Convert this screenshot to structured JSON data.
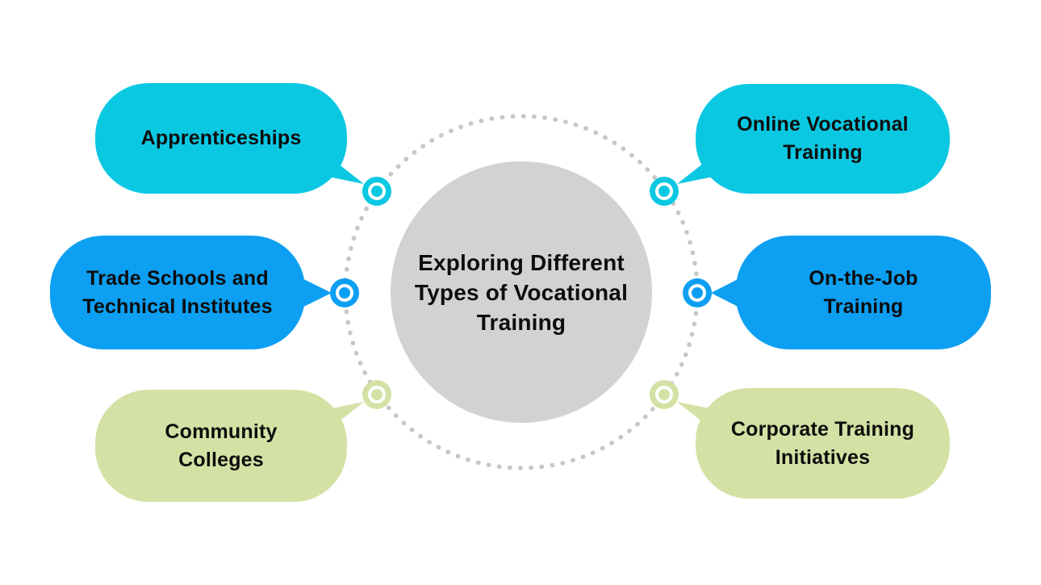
{
  "center": {
    "label": "Exploring Different Types of Vocational Training",
    "lines": [
      "Exploring Different",
      "Types of Vocational",
      "Training"
    ],
    "color": "#D2D2D4"
  },
  "nodes": [
    {
      "id": "apprenticeships",
      "label": "Apprenticeships",
      "lines": [
        "Apprenticeships"
      ],
      "color": "#0BC8E2",
      "position": "top-left"
    },
    {
      "id": "trade-schools-and-technical-institutes",
      "label": "Trade Schools and Technical Institutes",
      "lines": [
        "Trade Schools and",
        "Technical Institutes"
      ],
      "color": "#0C9FF2",
      "position": "middle-left"
    },
    {
      "id": "community-colleges",
      "label": "Community Colleges",
      "lines": [
        "Community",
        "Colleges"
      ],
      "color": "#D3E2A4",
      "position": "bottom-left"
    },
    {
      "id": "online-vocational-training",
      "label": "Online Vocational Training",
      "lines": [
        "Online Vocational",
        "Training"
      ],
      "color": "#0BC8E2",
      "position": "top-right"
    },
    {
      "id": "on-the-job-training",
      "label": "On-the-Job Training",
      "lines": [
        "On-the-Job",
        "Training"
      ],
      "color": "#0C9FF2",
      "position": "middle-right"
    },
    {
      "id": "corporate-training-initiatives",
      "label": "Corporate Training Initiatives",
      "lines": [
        "Corporate Training",
        "Initiatives"
      ],
      "color": "#D3E2A4",
      "position": "bottom-right"
    }
  ],
  "decor": {
    "background": "#FFFFFF",
    "dot_color": "#C7C7C7",
    "text_color": "#0D0D0D"
  }
}
